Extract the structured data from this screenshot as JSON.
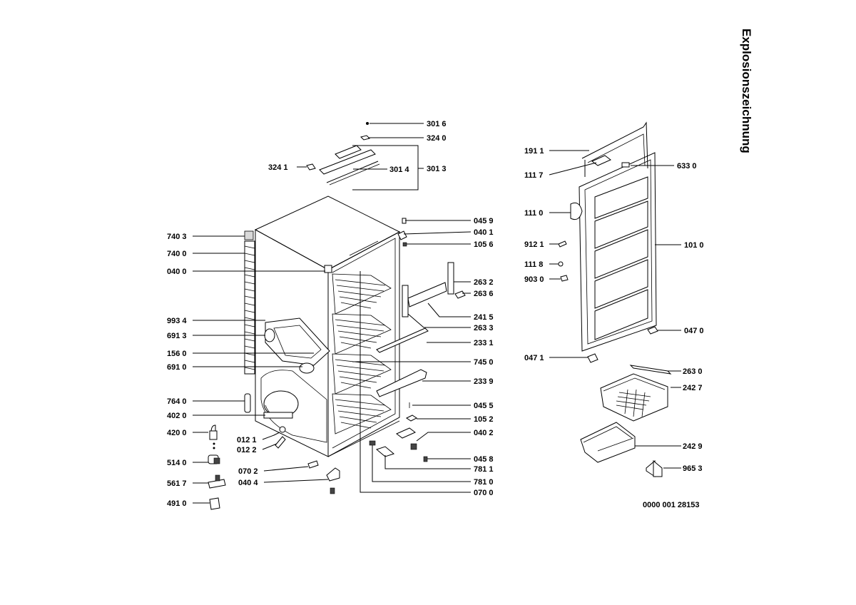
{
  "title": "Explosionszeichnung",
  "drawing_number": "0000 001 28153",
  "labels": {
    "l3016": "301 6",
    "l3240": "324 0",
    "l3241": "324 1",
    "l3014": "301 4",
    "l3013": "301 3",
    "l0459": "045 9",
    "l0401": "040 1",
    "l1056": "105 6",
    "l7403": "740 3",
    "l7400": "740 0",
    "l0400": "040 0",
    "l2632": "263 2",
    "l2636": "263 6",
    "l2415": "241 5",
    "l2633": "263 3",
    "l9934": "993 4",
    "l6913": "691 3",
    "l2331": "233 1",
    "l1560": "156 0",
    "l7450": "745 0",
    "l6910": "691 0",
    "l2339": "233 9",
    "l7640": "764 0",
    "l0455": "045 5",
    "l4020": "402 0",
    "l1052": "105 2",
    "l4200": "420 0",
    "l0121": "012 1",
    "l0402": "040 2",
    "l0122": "012 2",
    "l0458": "045 8",
    "l5140": "514 0",
    "l7811": "781 1",
    "l0702": "070 2",
    "l5617": "561 7",
    "l0404": "040 4",
    "l7810": "781 0",
    "l0700": "070 0",
    "l4910": "491 0",
    "l1911": "191 1",
    "l1117": "111 7",
    "l6330": "633 0",
    "l1110": "111 0",
    "l9121": "912 1",
    "l1010": "101 0",
    "l1118": "111 8",
    "l9030": "903 0",
    "l0470": "047 0",
    "l0471": "047 1",
    "l2630": "263 0",
    "l2427": "242 7",
    "l2429": "242 9",
    "l9653": "965 3"
  }
}
